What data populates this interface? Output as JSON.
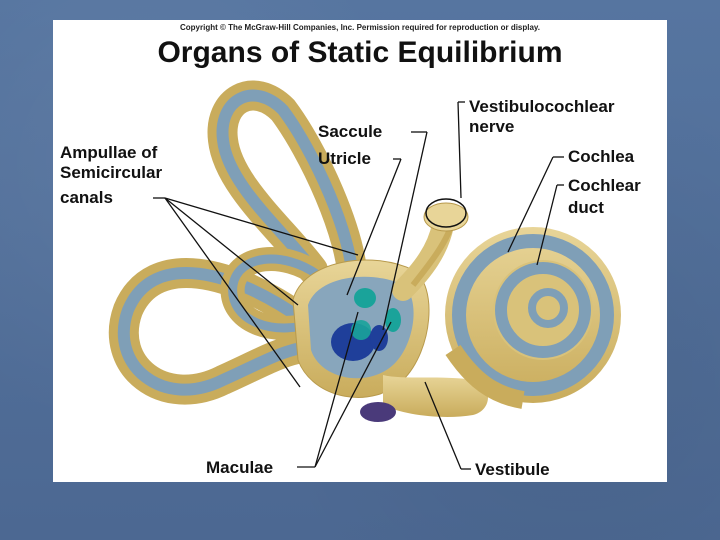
{
  "copyright": "Copyright © The McGraw-Hill Companies, Inc. Permission required for reproduction or display.",
  "title": "Organs of Static Equilibrium",
  "labels": {
    "ampullae_line1": "Ampullae of",
    "ampullae_line2": "Semicircular",
    "ampullae_line3": "canals",
    "saccule": "Saccule",
    "utricle": "Utricle",
    "vestibulocochlear_line1": "Vestibulocochlear",
    "vestibulocochlear_line2": "nerve",
    "cochlea": "Cochlea",
    "cochlear_duct_line1": "Cochlear",
    "cochlear_duct_line2": "duct",
    "maculae": "Maculae",
    "vestibule": "Vestibule"
  },
  "colors": {
    "slide_background": "#4f6c96",
    "bone": "#d9c27a",
    "membrane": "#7f9fb7",
    "macula": "#1f3f9a",
    "macula_highlight": "#1aa39a"
  }
}
